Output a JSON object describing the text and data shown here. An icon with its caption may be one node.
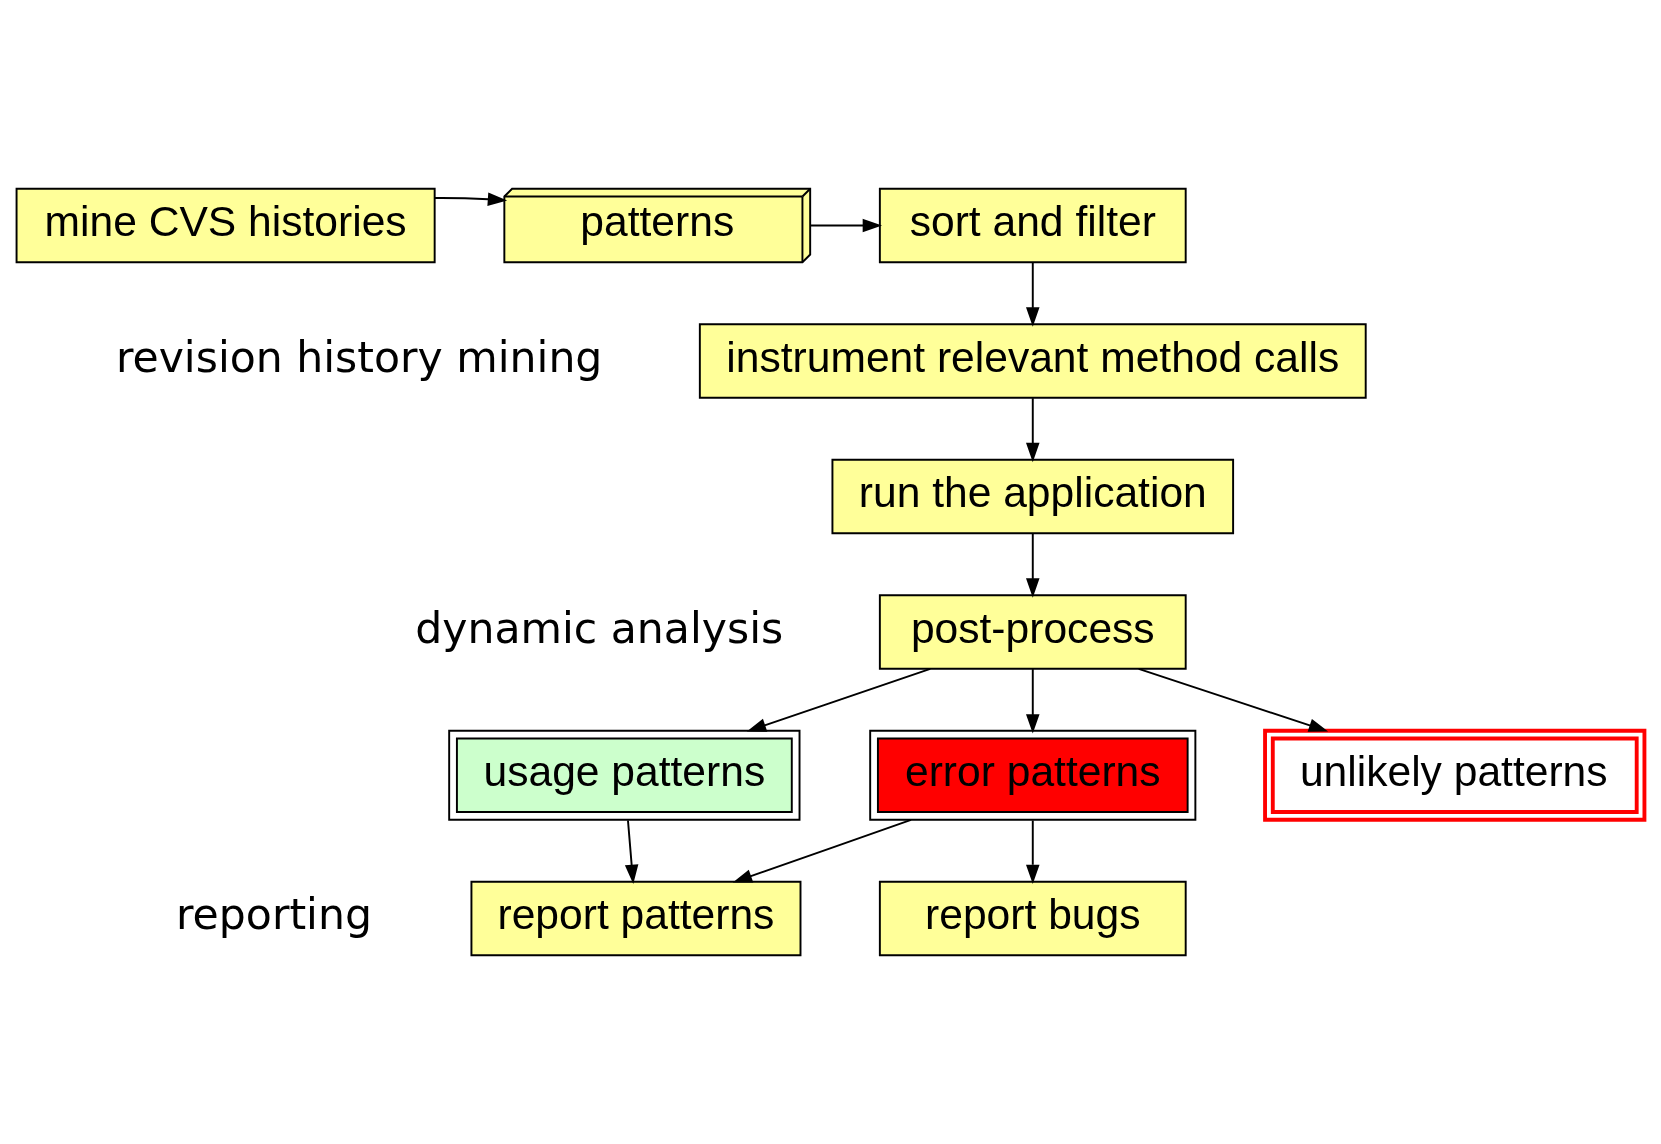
{
  "diagram": {
    "nodes": [
      {
        "text": [
          "mine CVS histories"
        ]
      },
      {
        "text": [
          "patterns"
        ]
      },
      {
        "text": [
          "sort and filter"
        ]
      },
      {
        "text": [
          "instrument relevant method calls"
        ]
      },
      {
        "text": [
          "run the application"
        ]
      },
      {
        "text": [
          "post-process"
        ]
      },
      {
        "text": [
          "usage patterns"
        ]
      },
      {
        "text": [
          "error patterns"
        ]
      },
      {
        "text": [
          "unlikely patterns"
        ]
      },
      {
        "text": [
          "report patterns"
        ]
      },
      {
        "text": [
          "report bugs"
        ]
      }
    ],
    "edges": [
      {
        "from": 0,
        "to": 1,
        "arrow": "to"
      },
      {
        "from": 1,
        "to": 2,
        "arrow": "to"
      },
      {
        "from": 2,
        "to": 3,
        "arrow": "to"
      },
      {
        "from": 3,
        "to": 4,
        "arrow": "to"
      },
      {
        "from": 4,
        "to": 5,
        "arrow": "to"
      },
      {
        "from": 5,
        "to": 6,
        "arrow": "to"
      },
      {
        "from": 5,
        "to": 7,
        "arrow": "to"
      },
      {
        "from": 5,
        "to": 8,
        "arrow": "to"
      },
      {
        "from": 6,
        "to": 9,
        "arrow": "to"
      },
      {
        "from": 7,
        "to": 9,
        "arrow": "to"
      },
      {
        "from": 7,
        "to": 10,
        "arrow": "to"
      }
    ],
    "labels": [
      "revision history mining",
      "dynamic analysis",
      "reporting"
    ]
  }
}
